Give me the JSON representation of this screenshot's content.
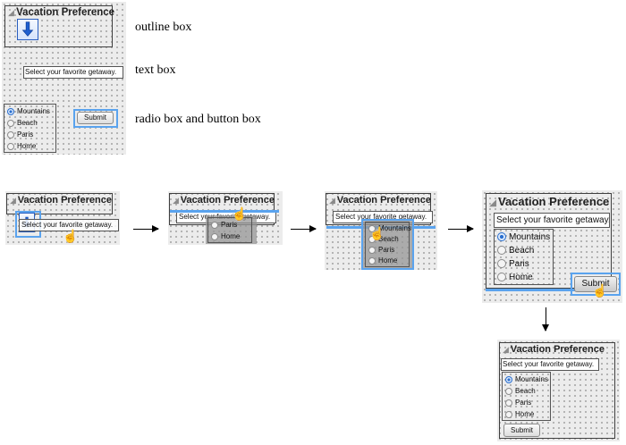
{
  "legend": {
    "outline_caption": "outline box",
    "text_caption": "text box",
    "radio_button_caption": "radio box and button box",
    "outline_title": "Vacation Preference",
    "text_prompt": "Select your favorite getaway.",
    "radio_options": [
      "Mountains",
      "Beach",
      "Paris",
      "Home"
    ],
    "submit_label": "Submit",
    "icon": "download-arrow-icon"
  },
  "steps": [
    {
      "title": "Vacation Preference",
      "text_prompt": "Select your favorite getaway.",
      "cursor": "hand-cursor-icon"
    },
    {
      "title": "Vacation Preference",
      "text_prompt": "Select your favorite getaway.",
      "radio_options": [
        "Paris",
        "Home"
      ]
    },
    {
      "title": "Vacation Preference",
      "text_prompt": "Select your favorite getaway.",
      "radio_options": [
        "Mountains",
        "Beach",
        "Paris",
        "Home"
      ]
    },
    {
      "title": "Vacation Preference",
      "text_prompt": "Select your favorite getaway.",
      "radio_options": [
        "Mountains",
        "Beach",
        "Paris",
        "Home"
      ],
      "submit_label": "Submit"
    },
    {
      "title": "Vacation Preference",
      "text_prompt": "Select your favorite getaway.",
      "radio_options": [
        "Mountains",
        "Beach",
        "Paris",
        "Home"
      ],
      "submit_label": "Submit"
    }
  ],
  "colors": {
    "selection_blue": "#5aa3ee",
    "grid_background": "#ececec"
  }
}
